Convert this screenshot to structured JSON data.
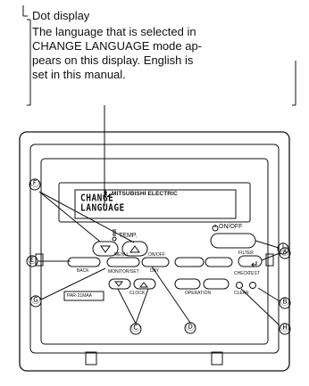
{
  "note": {
    "title": "Dot display",
    "body_lines": [
      "The language that is selected in",
      "CHANGE LANGUAGE mode ap-",
      "pears on this display. English is",
      "set in this manual."
    ]
  },
  "controller": {
    "brand": "MITSUBISHI ELECTRIC",
    "lcd_lines": [
      "CHANGE",
      "LANGUAGE"
    ],
    "temp_label": "TEMP.",
    "on_off_label": "ON/OFF",
    "menu_label": "MENU",
    "back_label": "BACK",
    "monitor_set_label": "MONITOR/SET",
    "day_on_off_label": "ON/OFF",
    "day_label": "DAY",
    "clock_label": "CLOCK",
    "operation_label": "OPERATION",
    "filter_label": "FILTER",
    "check_label": "CHECK",
    "test_label": "TEST",
    "clear_label": "CLEAR",
    "model": "PAR-21MAA"
  },
  "callouts": {
    "A": "Ⓐ",
    "B": "Ⓑ",
    "C": "Ⓒ",
    "D": "Ⓓ",
    "E": "Ⓔ",
    "F": "Ⓕ",
    "G": "Ⓖ",
    "H": "Ⓗ",
    "I": "Ⓘ"
  }
}
